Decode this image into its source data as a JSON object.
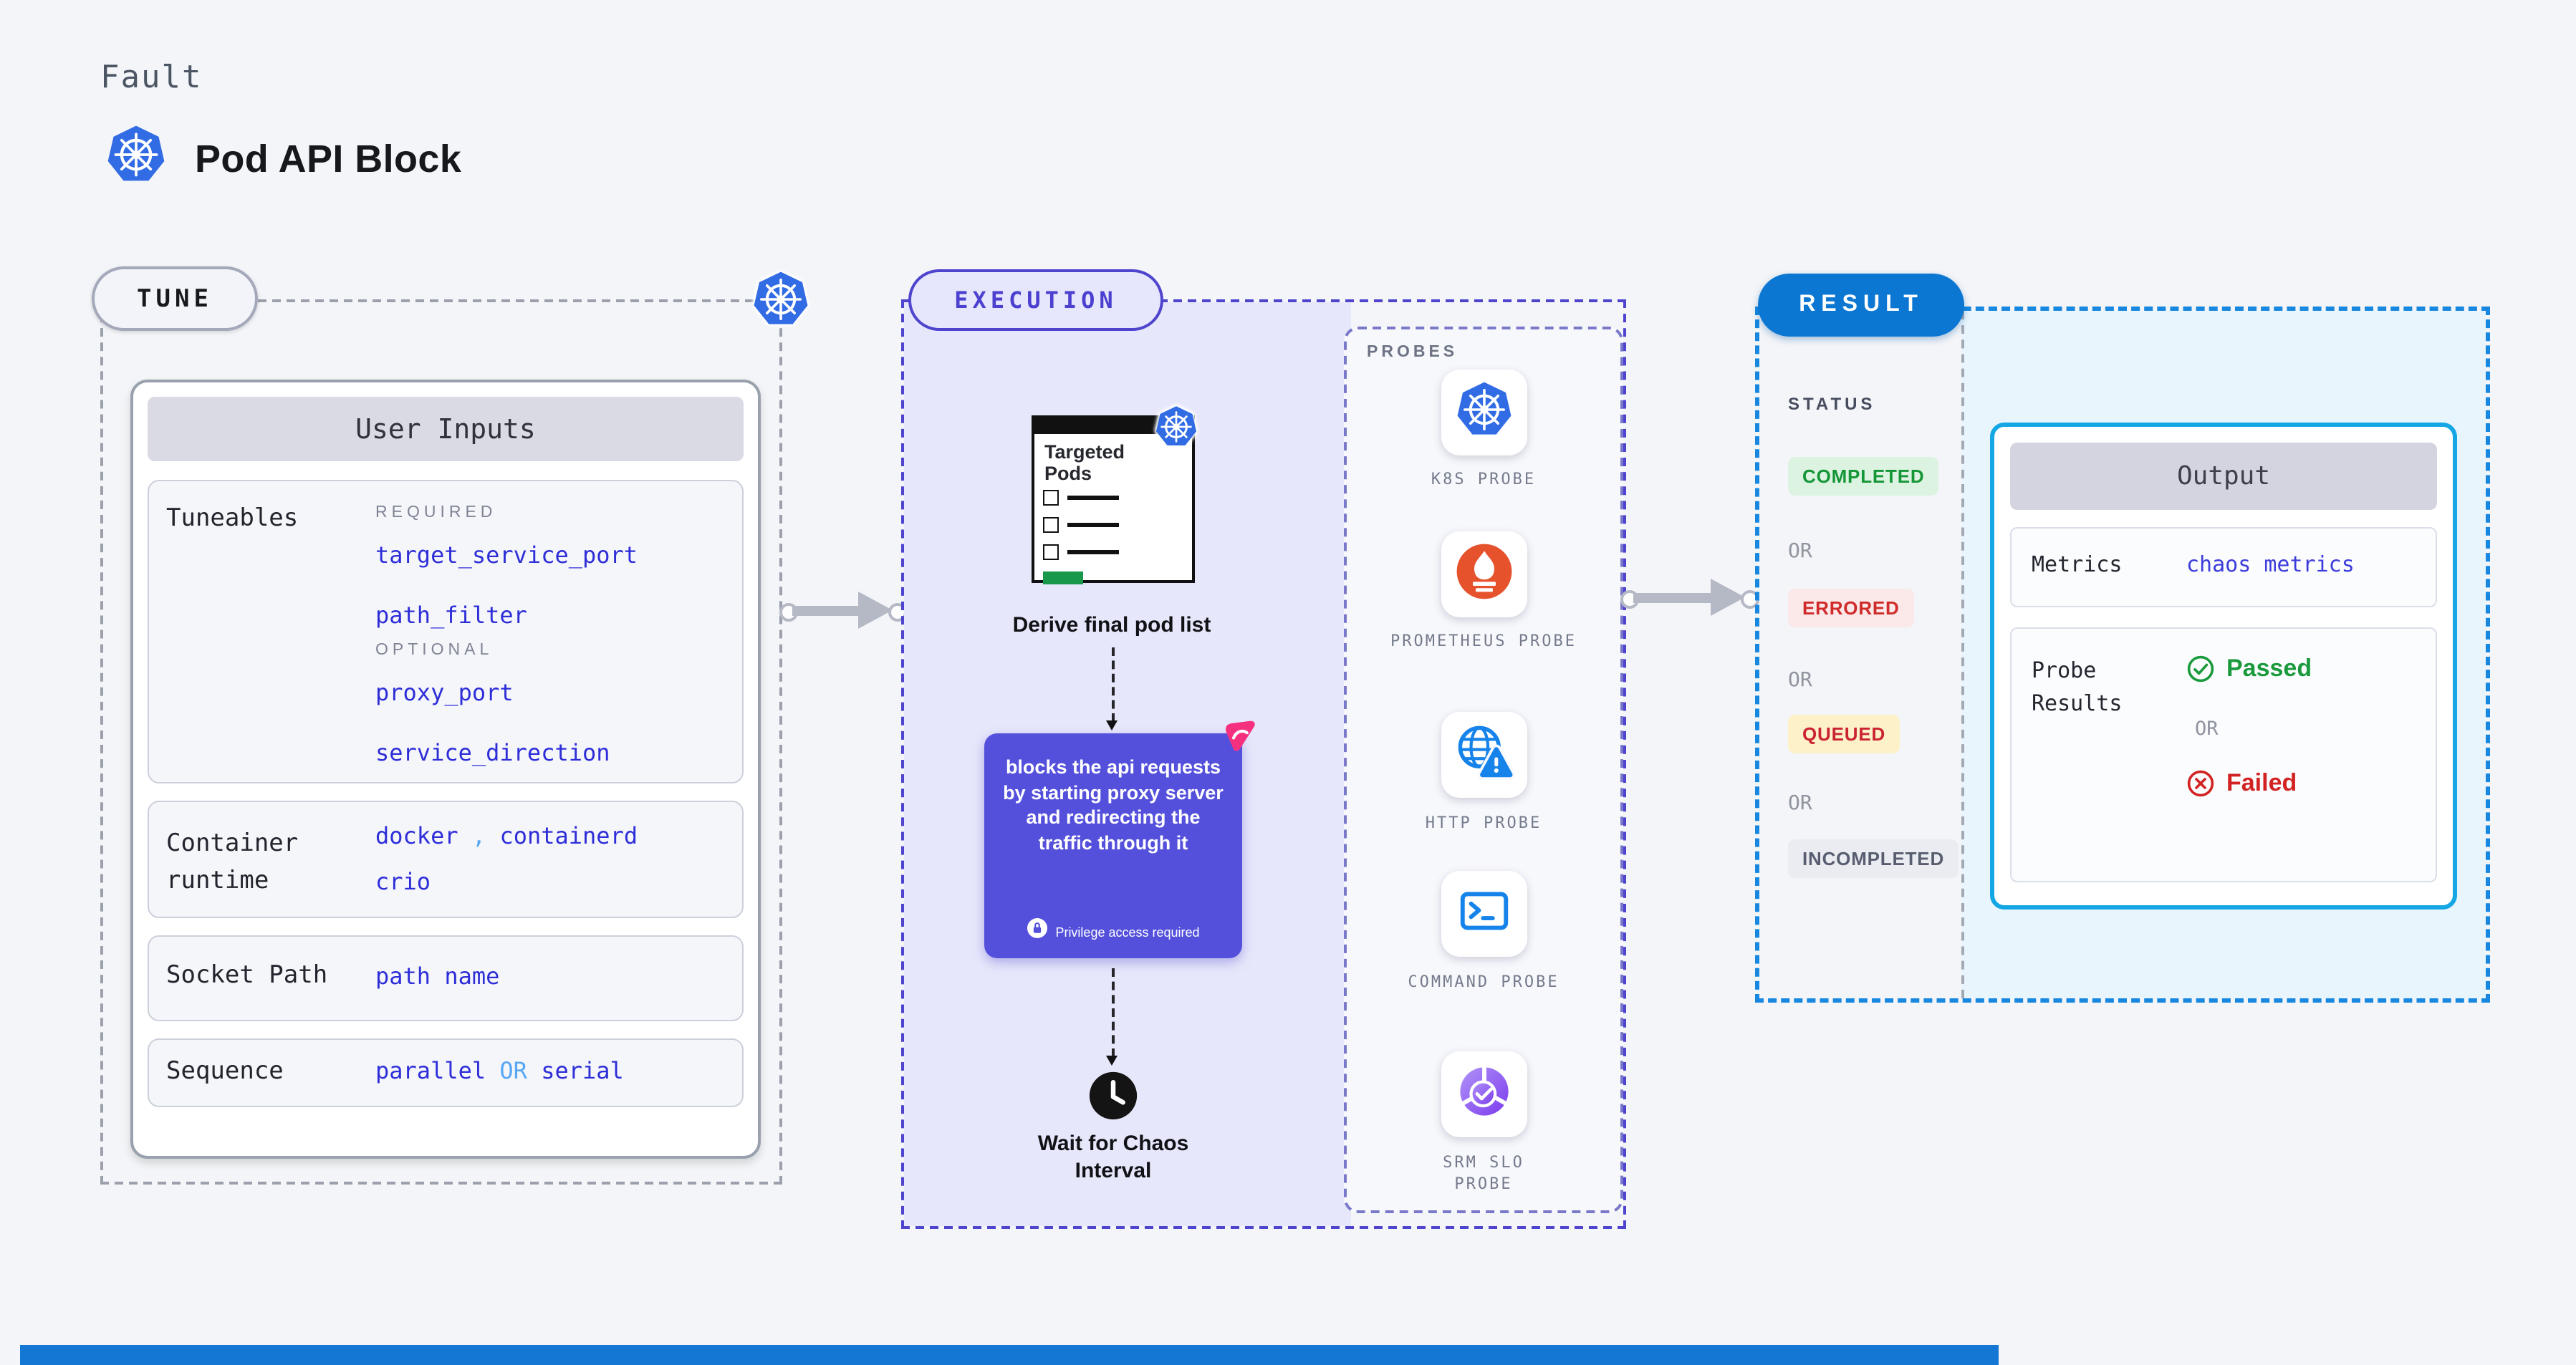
{
  "header": {
    "kicker": "Fault",
    "title": "Pod API Block"
  },
  "tune": {
    "badge": "TUNE",
    "user_inputs_title": "User Inputs",
    "tuneables": {
      "label": "Tuneables",
      "required_label": "REQUIRED",
      "required": [
        "target_service_port",
        "path_filter"
      ],
      "optional_label": "OPTIONAL",
      "optional": [
        "proxy_port",
        "service_direction"
      ]
    },
    "container_runtime": {
      "label": "Container runtime",
      "values": [
        "docker",
        "containerd",
        "crio"
      ],
      "separator": ","
    },
    "socket_path": {
      "label": "Socket Path",
      "value": "path name"
    },
    "sequence": {
      "label": "Sequence",
      "value_1": "parallel",
      "or": "OR",
      "value_2": "serial"
    }
  },
  "execution": {
    "badge": "EXECUTION",
    "targeted_pods_title": "Targeted Pods",
    "derive_label": "Derive final pod list",
    "action_text": "blocks the api requests by starting proxy server and redirecting the traffic through it",
    "privilege_note": "Privilege access required",
    "wait_label": "Wait for Chaos Interval"
  },
  "probes": {
    "label": "PROBES",
    "items": [
      {
        "name": "k8s-probe",
        "label": "K8S PROBE"
      },
      {
        "name": "prometheus-probe",
        "label": "PROMETHEUS PROBE"
      },
      {
        "name": "http-probe",
        "label": "HTTP PROBE"
      },
      {
        "name": "command-probe",
        "label": "COMMAND PROBE"
      },
      {
        "name": "srm-slo-probe",
        "label": "SRM SLO PROBE"
      }
    ]
  },
  "result": {
    "badge": "RESULT",
    "status_label": "STATUS",
    "or_label": "OR",
    "statuses": [
      {
        "label": "COMPLETED",
        "fg": "#149636",
        "bg": "#ddf3e2"
      },
      {
        "label": "ERRORED",
        "fg": "#d02b2b",
        "bg": "#fbe8e8"
      },
      {
        "label": "QUEUED",
        "fg": "#cb2431",
        "bg": "#fcf1c9"
      },
      {
        "label": "INCOMPLETED",
        "fg": "#585d70",
        "bg": "#ebecf2"
      }
    ],
    "output": {
      "title": "Output",
      "metrics_label": "Metrics",
      "metrics_value": "chaos metrics",
      "probe_results_label": "Probe Results",
      "passed": "Passed",
      "or": "OR",
      "failed": "Failed"
    }
  },
  "colors": {
    "accent_indigo": "#4e44ce",
    "accent_blue": "#0b77d2",
    "cyan_border": "#15a7e5",
    "k8s_blue": "#326ce5",
    "link_blue": "#2e2ed8",
    "passed_green": "#1a9a3c",
    "failed_red": "#d22222"
  }
}
